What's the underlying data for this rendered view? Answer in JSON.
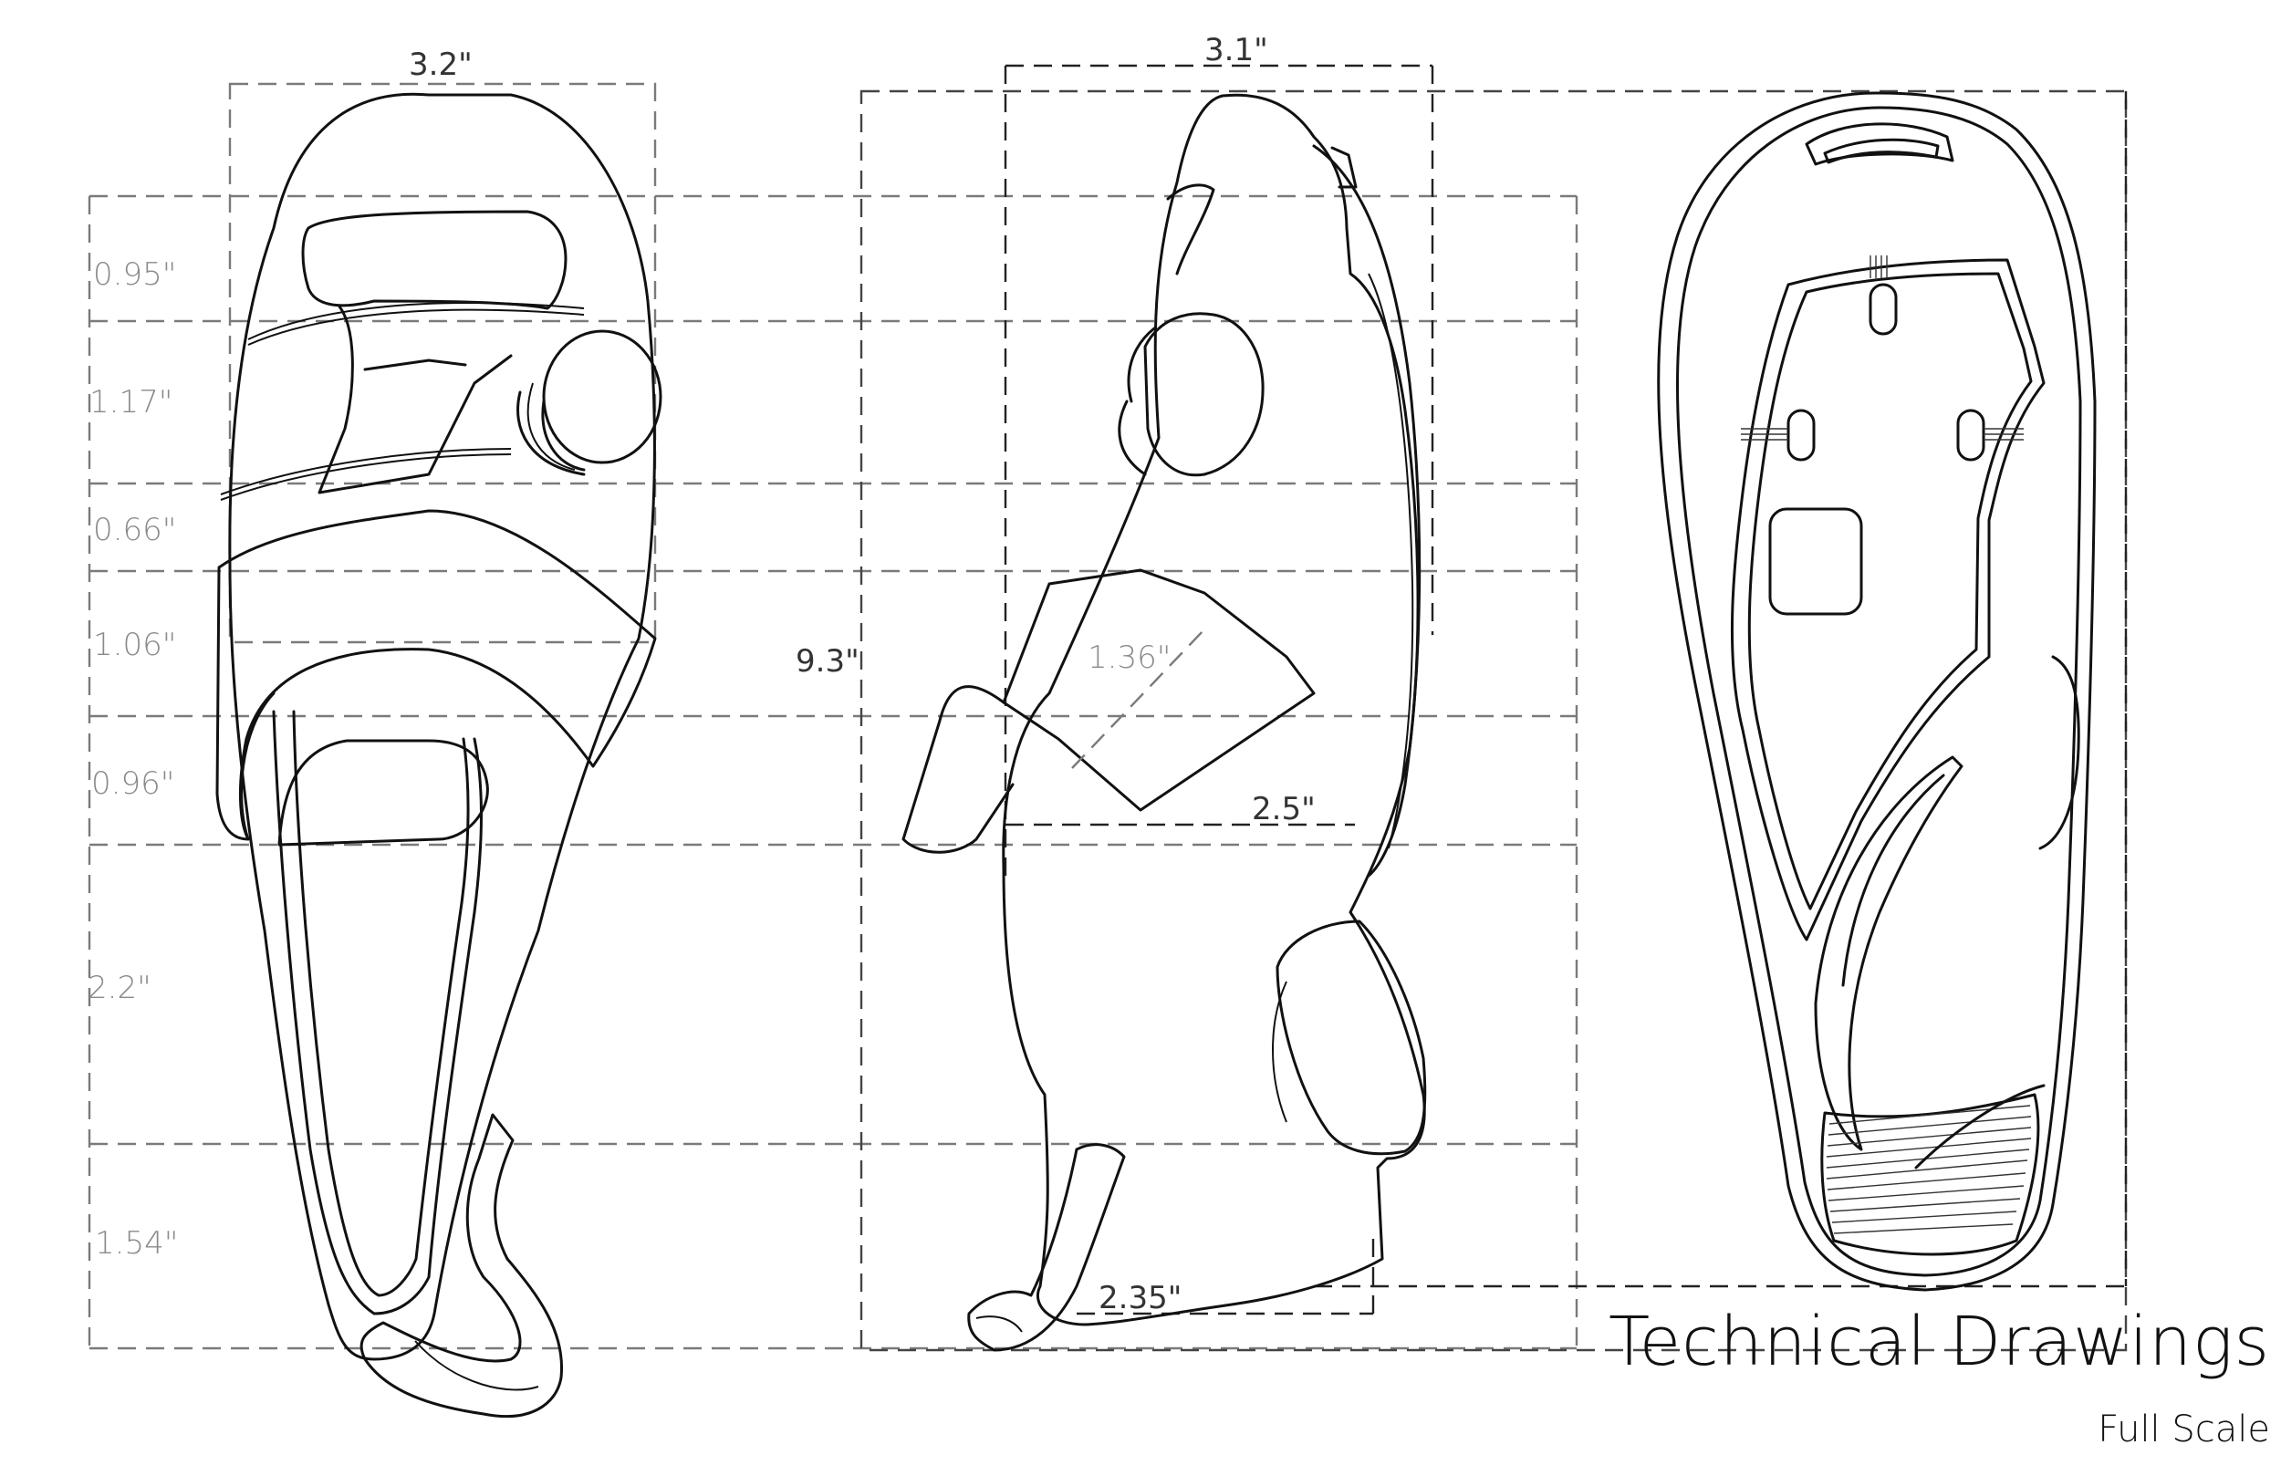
{
  "title": "Technical Drawings",
  "subtitle": "Full Scale",
  "top_view": {
    "width_label": "3.2\"",
    "segment_labels": [
      "0.95\"",
      "1.17\"",
      "0.66\"",
      "1.06\"",
      "0.96\"",
      "2.2\"",
      "1.54\""
    ]
  },
  "side_view": {
    "width_label": "3.1\"",
    "length_label": "9.3\"",
    "strap_label": "1.36\"",
    "mid_label": "2.5\"",
    "heel_label": "2.35\""
  }
}
